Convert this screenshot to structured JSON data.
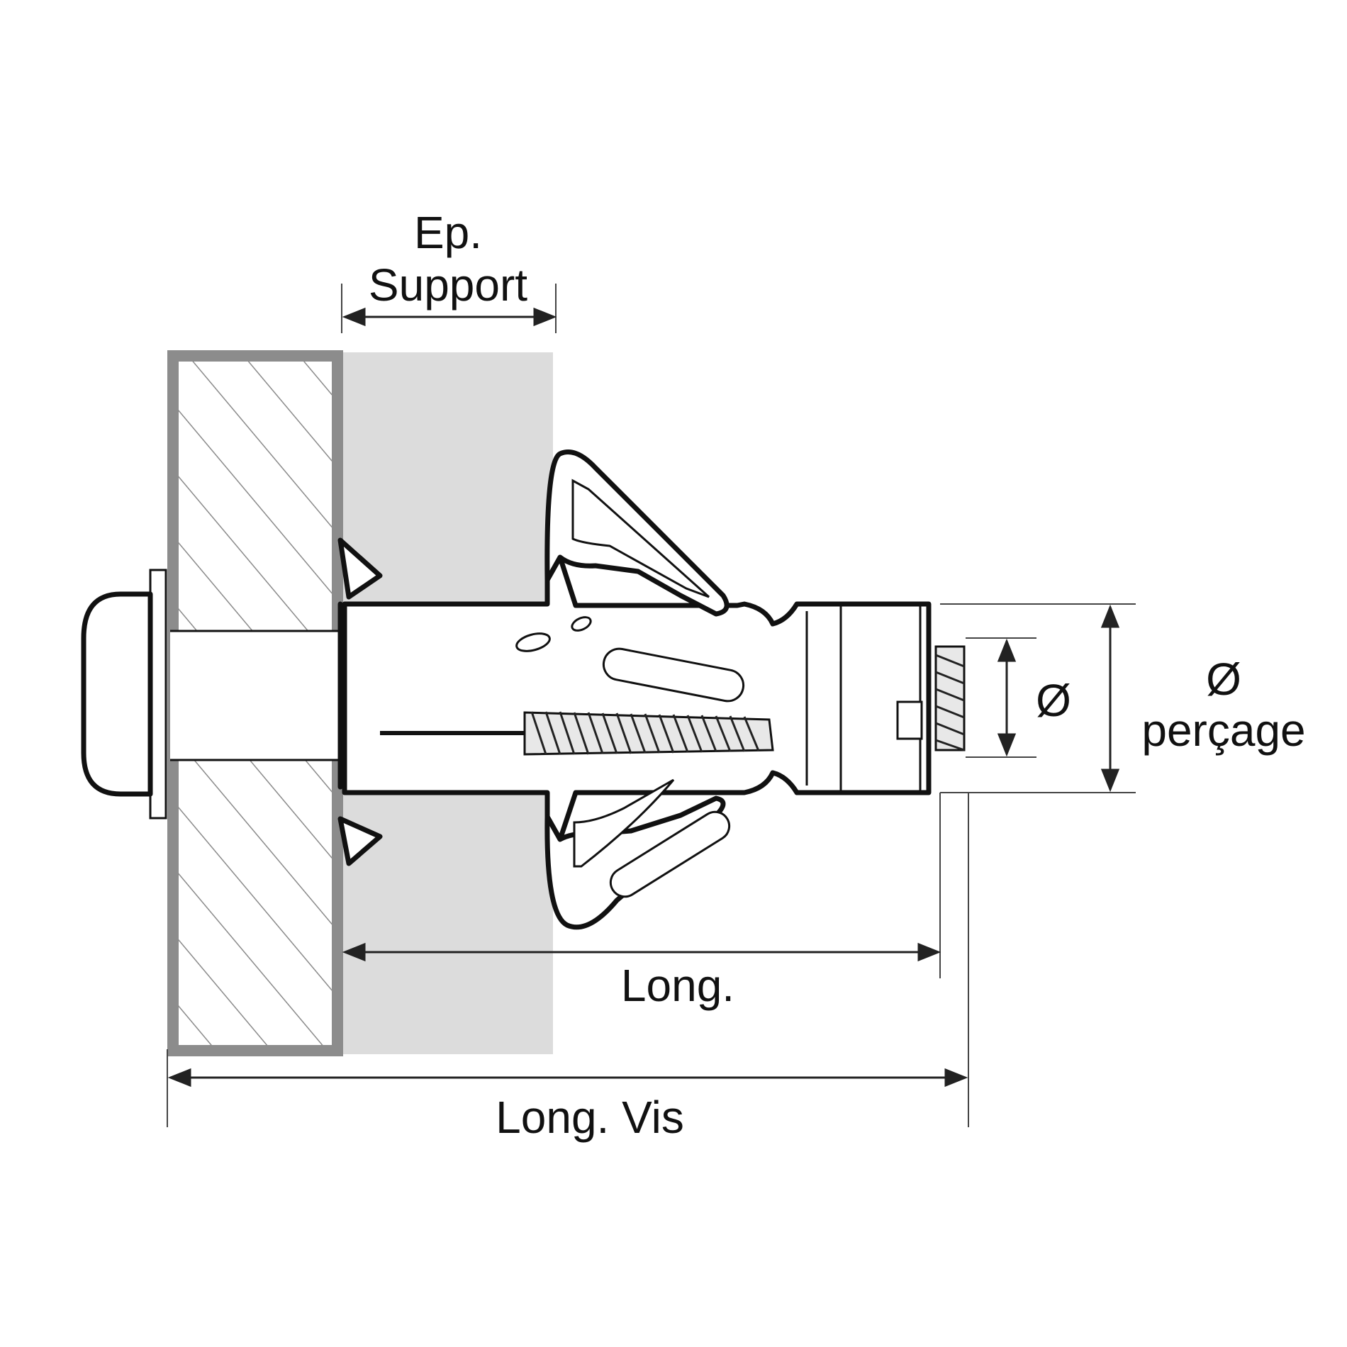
{
  "labels": {
    "ep_support_line1": "Ep.",
    "ep_support_line2": "Support",
    "diameter": "Ø",
    "drill_diameter_line1": "Ø",
    "drill_diameter_line2": "perçage",
    "anchor_length": "Long.",
    "screw_length": "Long. Vis"
  },
  "colors": {
    "ink": "#111111",
    "support_fill": "#dcdcdc",
    "fixture_border": "#8c8c8c",
    "body_fill": "#ffffff"
  }
}
